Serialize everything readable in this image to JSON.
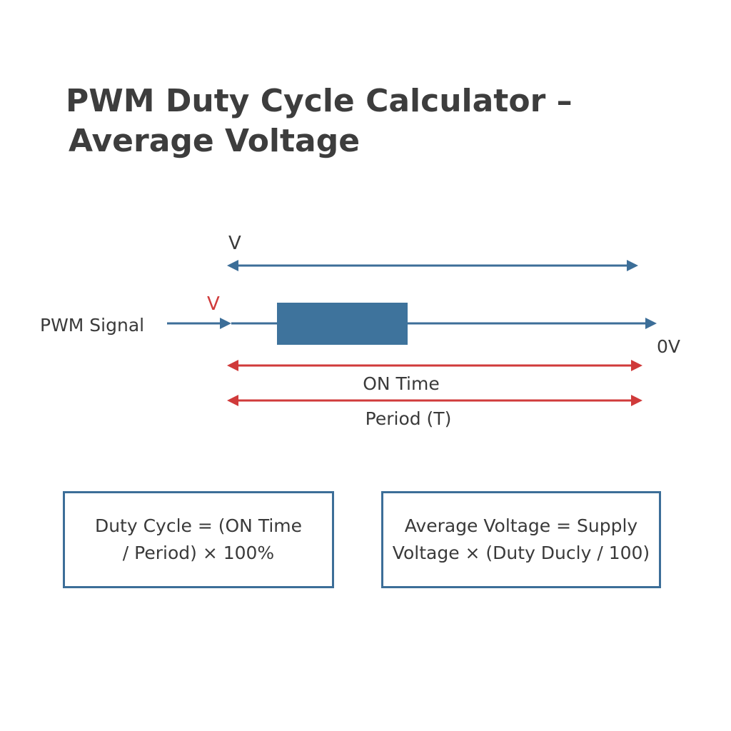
{
  "title": {
    "line1": "PWM Duty Cycle Calculator –",
    "line2": "Average Voltage"
  },
  "diagram": {
    "top_voltage_label": "V",
    "signal_label": "PWM Signal",
    "high_voltage_label": "V",
    "zero_voltage_label": "0V",
    "on_time_label": "ON Time",
    "period_label": "Period (T)",
    "colors": {
      "signal": "#3c6e98",
      "measure": "#d03a3a",
      "text": "#3a3a3a"
    }
  },
  "formulas": {
    "duty_cycle": {
      "line1": "Duty Cycle = (ON Time",
      "line2": "/ Period) × 100%"
    },
    "average_voltage": {
      "line1": "Average Voltage = Supply",
      "line2": "Voltage × (Duty Ducly / 100)"
    }
  }
}
